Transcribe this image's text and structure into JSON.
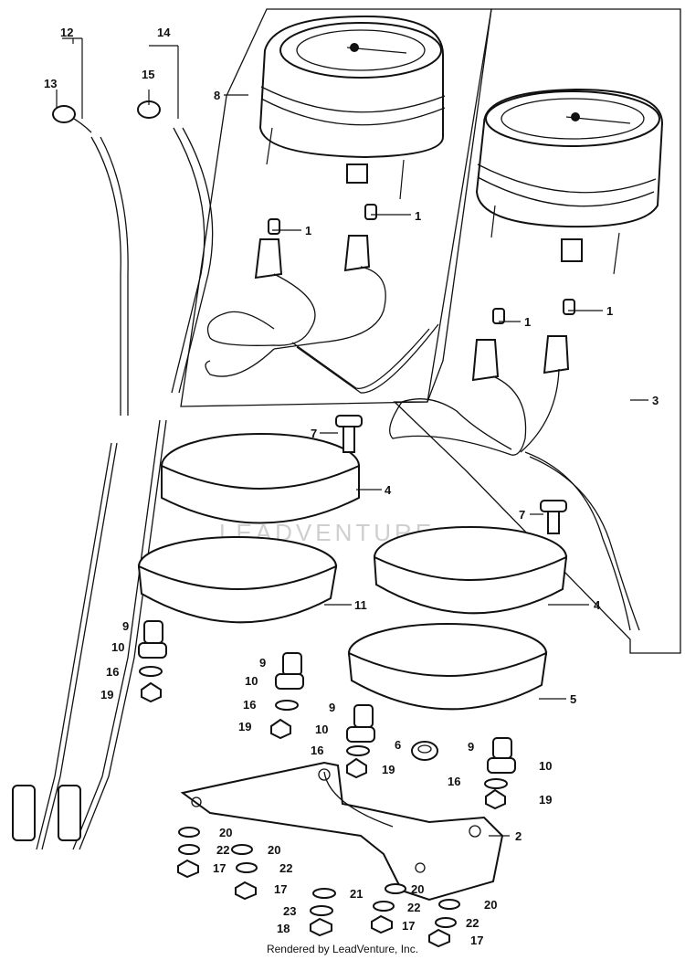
{
  "diagram": {
    "watermark": "LEADVENTURE",
    "credit": "Rendered by LeadVenture, Inc.",
    "labels": [
      {
        "id": "12",
        "text": "12"
      },
      {
        "id": "13",
        "text": "13"
      },
      {
        "id": "14",
        "text": "14"
      },
      {
        "id": "15",
        "text": "15"
      },
      {
        "id": "8",
        "text": "8"
      },
      {
        "id": "1a",
        "text": "1"
      },
      {
        "id": "1b",
        "text": "1"
      },
      {
        "id": "1c",
        "text": "1"
      },
      {
        "id": "1d",
        "text": "1"
      },
      {
        "id": "3",
        "text": "3"
      },
      {
        "id": "7a",
        "text": "7"
      },
      {
        "id": "7b",
        "text": "7"
      },
      {
        "id": "4a",
        "text": "4"
      },
      {
        "id": "4b",
        "text": "4"
      },
      {
        "id": "11",
        "text": "11"
      },
      {
        "id": "5",
        "text": "5"
      },
      {
        "id": "9a",
        "text": "9"
      },
      {
        "id": "10a",
        "text": "10"
      },
      {
        "id": "16a",
        "text": "16"
      },
      {
        "id": "19a",
        "text": "19"
      },
      {
        "id": "9b",
        "text": "9"
      },
      {
        "id": "10b",
        "text": "10"
      },
      {
        "id": "16b",
        "text": "16"
      },
      {
        "id": "19b",
        "text": "19"
      },
      {
        "id": "9c",
        "text": "9"
      },
      {
        "id": "10c",
        "text": "10"
      },
      {
        "id": "16c",
        "text": "16"
      },
      {
        "id": "19c",
        "text": "19"
      },
      {
        "id": "6",
        "text": "6"
      },
      {
        "id": "9d",
        "text": "9"
      },
      {
        "id": "10d",
        "text": "10"
      },
      {
        "id": "16d",
        "text": "16"
      },
      {
        "id": "19d",
        "text": "19"
      },
      {
        "id": "2",
        "text": "2"
      },
      {
        "id": "20a",
        "text": "20"
      },
      {
        "id": "22a",
        "text": "22"
      },
      {
        "id": "17a",
        "text": "17"
      },
      {
        "id": "20b",
        "text": "20"
      },
      {
        "id": "22b",
        "text": "22"
      },
      {
        "id": "17b",
        "text": "17"
      },
      {
        "id": "21",
        "text": "21"
      },
      {
        "id": "23",
        "text": "23"
      },
      {
        "id": "18",
        "text": "18"
      },
      {
        "id": "20c",
        "text": "20"
      },
      {
        "id": "22c",
        "text": "22"
      },
      {
        "id": "17c",
        "text": "17"
      },
      {
        "id": "20d",
        "text": "20"
      },
      {
        "id": "22d",
        "text": "22"
      },
      {
        "id": "17d",
        "text": "17"
      }
    ]
  }
}
